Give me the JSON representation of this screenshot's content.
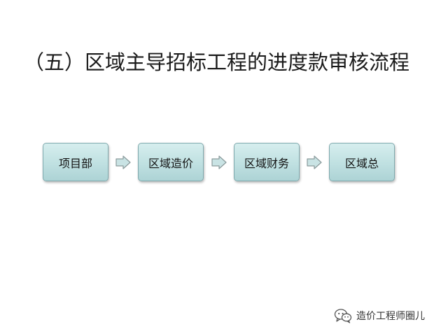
{
  "title": "（五）区域主导招标工程的进度款审核流程",
  "flow": {
    "steps": [
      {
        "label": "项目部"
      },
      {
        "label": "区域造价"
      },
      {
        "label": "区域财务"
      },
      {
        "label": "区域总"
      }
    ],
    "box_fill": "#bfe0e1",
    "box_border": "#7fa9ad",
    "arrow_fill": "#c9e3e4",
    "arrow_stroke": "#8a9a9b"
  },
  "watermark": {
    "text": "造价工程师圈儿",
    "icon": "wechat-icon"
  }
}
